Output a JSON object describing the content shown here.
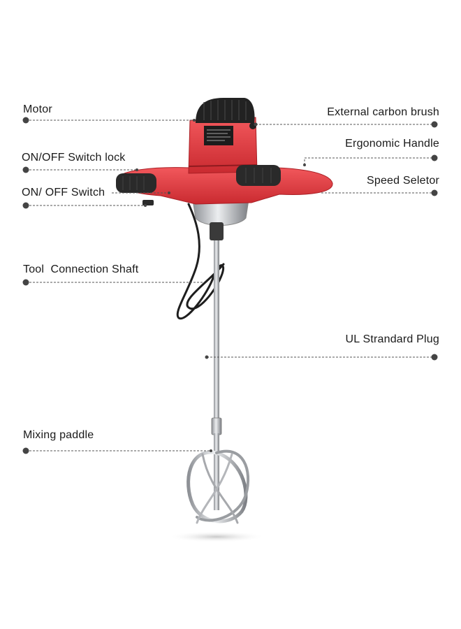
{
  "labels": {
    "motor": "Motor",
    "external_carbon_brush": "External carbon brush",
    "switch_lock": "ON/OFF Switch lock",
    "ergonomic_handle": "Ergonomic Handle",
    "on_off_switch": "ON/ OFF Switch",
    "speed_selector": "Speed Seletor",
    "tool_connection_shaft": "Tool  Connection Shaft",
    "ul_plug": "UL Strandard Plug",
    "mixing_paddle": "Mixing paddle"
  },
  "colors": {
    "body_red": "#e8383d",
    "body_red_dark": "#b92329",
    "grip_black": "#2a2a2a",
    "metal": "#c9cbcf",
    "leader_line": "#555555",
    "dot": "#444444",
    "text": "#1a1a1a"
  },
  "icons": {
    "callout_dot": "filled-circle",
    "product": "electric-paint-mixer"
  }
}
